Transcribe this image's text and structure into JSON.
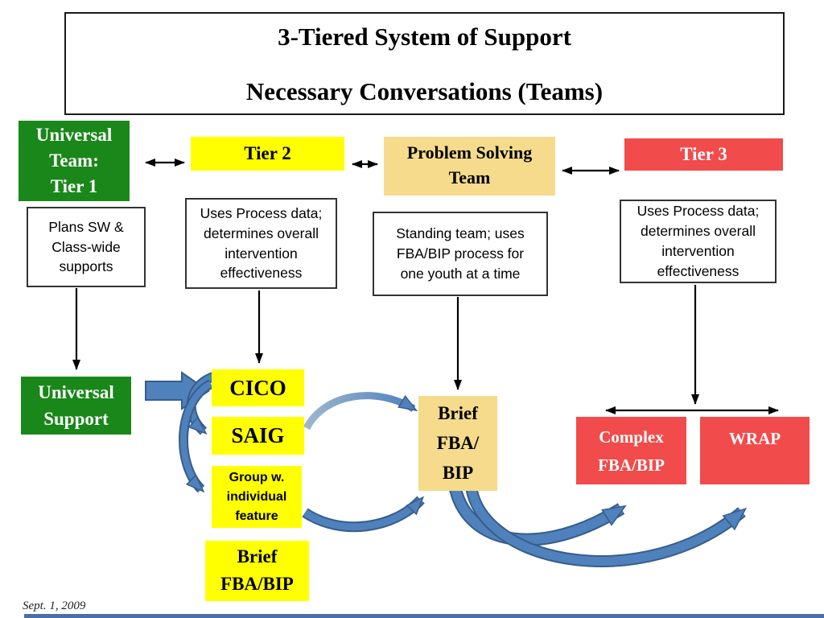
{
  "palette": {
    "green": "#1a871a",
    "yellow": "#ffff00",
    "tan": "#f5db8b",
    "red": "#f14b4c",
    "arrow_blue": "#4f81bd",
    "arrow_blue_dark": "#385d8a",
    "bottom_bar_blue": "#4a6fa5"
  },
  "title": {
    "line1": "3-Tiered System of Support",
    "line2": "Necessary Conversations (Teams)"
  },
  "row_teams": {
    "tier1": {
      "l1": "Universal",
      "l2": "Team:",
      "l3": "Tier 1"
    },
    "tier2": {
      "label": "Tier 2"
    },
    "pst": {
      "l1": "Problem Solving",
      "l2": "Team"
    },
    "tier3": {
      "label": "Tier 3"
    }
  },
  "notes": {
    "tier1_note": {
      "l1": "Plans SW &",
      "l2": "Class-wide",
      "l3": "supports"
    },
    "tier2_note": {
      "l1": "Uses Process data;",
      "l2": "determines overall",
      "l3": "intervention",
      "l4": "effectiveness"
    },
    "pst_note": {
      "l1": "Standing team; uses",
      "l2": "FBA/BIP process for",
      "l3": "one youth at a time"
    },
    "tier3_note": {
      "l1": "Uses Process data;",
      "l2": "determines overall",
      "l3": "intervention",
      "l4": "effectiveness"
    }
  },
  "interventions": {
    "universal_support": {
      "l1": "Universal",
      "l2": "Support"
    },
    "cico": {
      "label": "CICO"
    },
    "saig": {
      "label": "SAIG"
    },
    "group": {
      "l1": "Group w.",
      "l2": "individual",
      "l3": "feature"
    },
    "brief_fba_bip_yellow": {
      "l1": "Brief",
      "l2": "FBA/BIP"
    },
    "brief_fba_bip_tan": {
      "l1": "Brief",
      "l2": "FBA/",
      "l3": "BIP"
    },
    "complex_fba_bip": {
      "l1": "Complex",
      "l2": "FBA/BIP"
    },
    "wrap": {
      "label": "WRAP"
    }
  },
  "footer": {
    "date": "Sept. 1, 2009"
  }
}
